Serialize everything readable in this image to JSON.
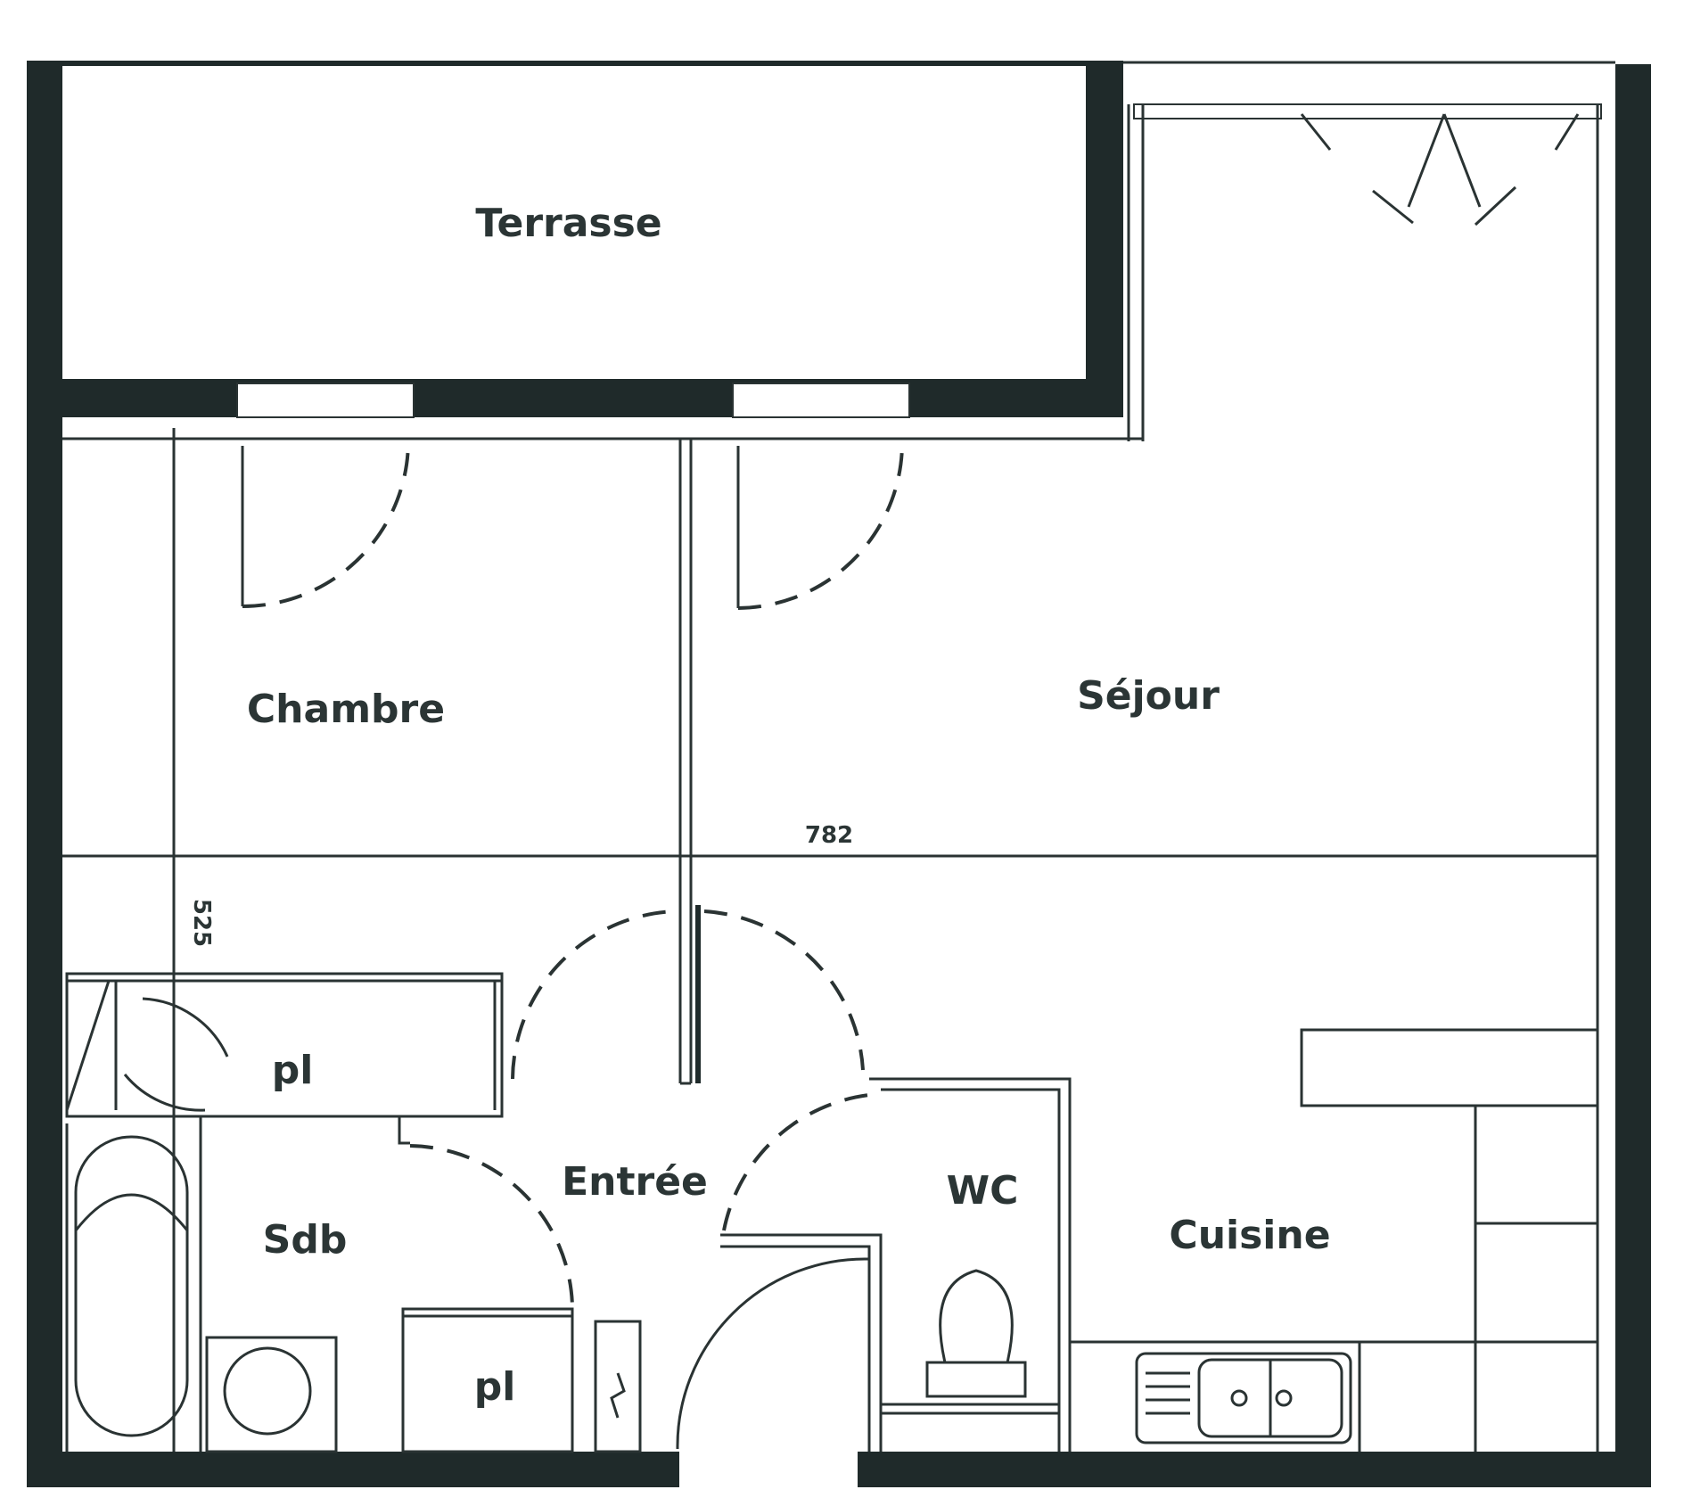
{
  "rooms": {
    "terrasse": "Terrasse",
    "chambre": "Chambre",
    "sejour": "Séjour",
    "entree": "Entrée",
    "wc": "WC",
    "cuisine": "Cuisine",
    "sdb": "Sdb",
    "placard_top": "pl",
    "placard_bottom": "pl"
  },
  "dimensions": {
    "width": "782",
    "height": "525"
  },
  "colors": {
    "wall": "#1f2a2a",
    "line": "#2a3333",
    "text": "#2b3535"
  }
}
